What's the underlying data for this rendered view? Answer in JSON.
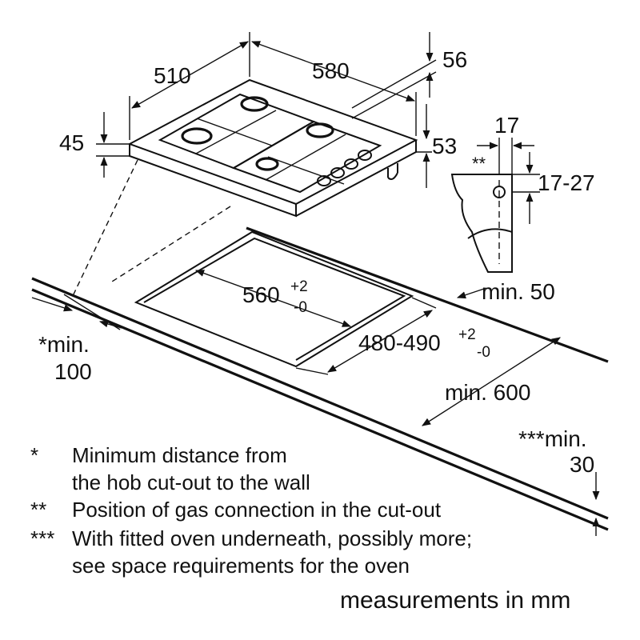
{
  "dimensions": {
    "hob_depth": "510",
    "hob_width": "580",
    "hob_height": "45",
    "top_offset": "56",
    "side_height": "53",
    "gas_offset": "17",
    "gas_star": "**",
    "gas_range": "17-27",
    "cutout_width_base": "560",
    "cutout_width_tol_plus": "+2",
    "cutout_width_tol_minus": "-0",
    "cutout_depth_base": "480-490",
    "cutout_depth_tol_plus": "+2",
    "cutout_depth_tol_minus": "-0",
    "min_front": "min. 50",
    "wall_min_label": "*min.",
    "wall_min_value": "100",
    "counter_min_depth": "min. 600",
    "oven_min_label": "***min.",
    "oven_min_value": "30"
  },
  "notes": [
    {
      "marker": "*",
      "lines": [
        "Minimum distance from",
        "the hob cut-out to the wall"
      ]
    },
    {
      "marker": "**",
      "lines": [
        "Position of gas connection in the cut-out"
      ]
    },
    {
      "marker": "***",
      "lines": [
        "With fitted oven underneath, possibly more;",
        "see space requirements for the oven"
      ]
    }
  ],
  "units_note": "measurements in mm"
}
